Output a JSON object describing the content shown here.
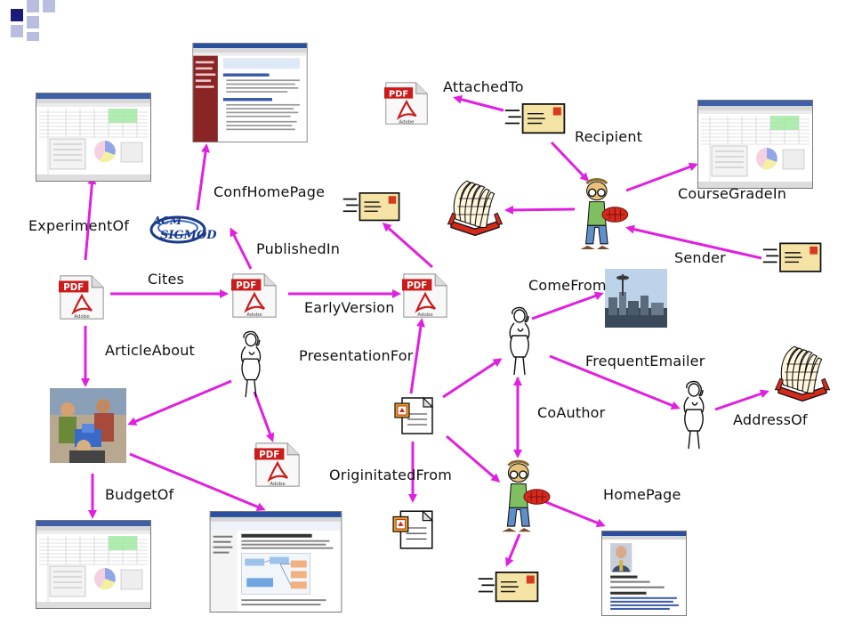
{
  "colors": {
    "arrow": "#e020e0",
    "corner_dark": "#1a1a7a",
    "corner_light": "#b9bde0",
    "pdf_red": "#cc1b1b",
    "envelope": "#f5e3a6",
    "stamp": "#d83a1f",
    "rolodex_red": "#d42a1c"
  },
  "labels": {
    "attached_to": "AttachedTo",
    "recipient": "Recipient",
    "conf_home_page": "ConfHomePage",
    "course_grade_in": "CourseGradeIn",
    "experiment_of": "ExperimentOf",
    "published_in": "PublishedIn",
    "sender": "Sender",
    "cites": "Cites",
    "come_from": "ComeFrom",
    "early_version": "EarlyVersion",
    "article_about": "ArticleAbout",
    "presentation_for": "PresentationFor",
    "frequent_emailer": "FrequentEmailer",
    "co_author": "CoAuthor",
    "address_of": "AddressOf",
    "originitated_from": "OriginitatedFrom",
    "budget_of": "BudgetOf",
    "home_page": "HomePage"
  },
  "logos": {
    "acm_sigmod": "ACM SIGMOD",
    "pdf_brand": "Adobe"
  },
  "icons": {
    "pdf": "pdf-document-icon",
    "spreadsheet": "spreadsheet-screenshot-icon",
    "webpage": "webpage-screenshot-icon",
    "email": "email-envelope-icon",
    "person": "person-icon",
    "address_book": "rolodex-icon",
    "presentation": "powerpoint-document-icon",
    "city": "city-skyline-photo",
    "meeting": "meeting-photo"
  }
}
